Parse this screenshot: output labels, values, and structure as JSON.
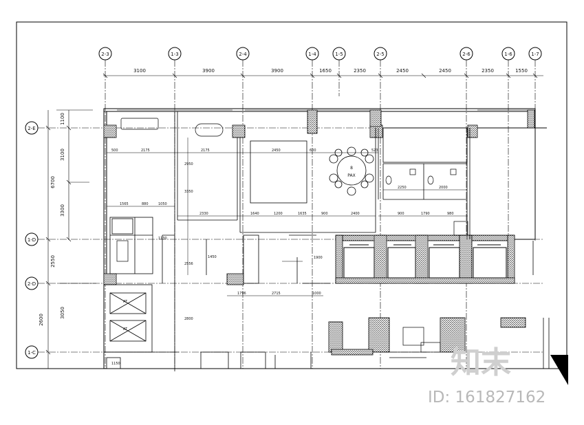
{
  "grid_top": [
    {
      "id": "gt1",
      "label": "2-3"
    },
    {
      "id": "gt2",
      "label": "1-3"
    },
    {
      "id": "gt3",
      "label": "2-4"
    },
    {
      "id": "gt4",
      "label": "1-4"
    },
    {
      "id": "gt5",
      "label": "1-5"
    },
    {
      "id": "gt6",
      "label": "2-5"
    },
    {
      "id": "gt7",
      "label": "2-6"
    },
    {
      "id": "gt8",
      "label": "1-6"
    },
    {
      "id": "gt9",
      "label": "1-7"
    }
  ],
  "grid_left": [
    {
      "id": "gl1",
      "label": "2-E"
    },
    {
      "id": "gl2",
      "label": "1-D"
    },
    {
      "id": "gl3",
      "label": "2-D"
    },
    {
      "id": "gl4",
      "label": "1-C"
    }
  ],
  "top_dims": [
    "3100",
    "3900",
    "3900",
    "1650",
    "2350",
    "2450",
    "2450",
    "2350",
    "1550"
  ],
  "left_dims": [
    "1100",
    "3100",
    "6700",
    "3300",
    "2550",
    "3050",
    "2600"
  ],
  "room_labels": {
    "table_seats": "8",
    "table_pax": "PAX",
    "lift_1": "AT",
    "lift_2": "AT"
  },
  "inner_dims": {
    "a": "500",
    "b": "2175",
    "c": "2175",
    "d": "2450",
    "e": "600",
    "f": "523",
    "g": "1565",
    "h": "880",
    "i": "1050",
    "j": "1130",
    "k": "2330",
    "l": "1640",
    "m": "1200",
    "n": "1635",
    "o": "900",
    "p": "2400",
    "q": "900",
    "r": "1790",
    "s": "980",
    "t": "2250",
    "u": "2000",
    "v": "3350",
    "w": "2556",
    "x": "1796",
    "y": "2715",
    "z": "1000",
    "aa": "1900",
    "ab": "2800",
    "ac": "1450",
    "ad": "1150",
    "ae": "2950"
  },
  "watermark": {
    "logo": "知末",
    "id_text": "ID: 161827162"
  }
}
